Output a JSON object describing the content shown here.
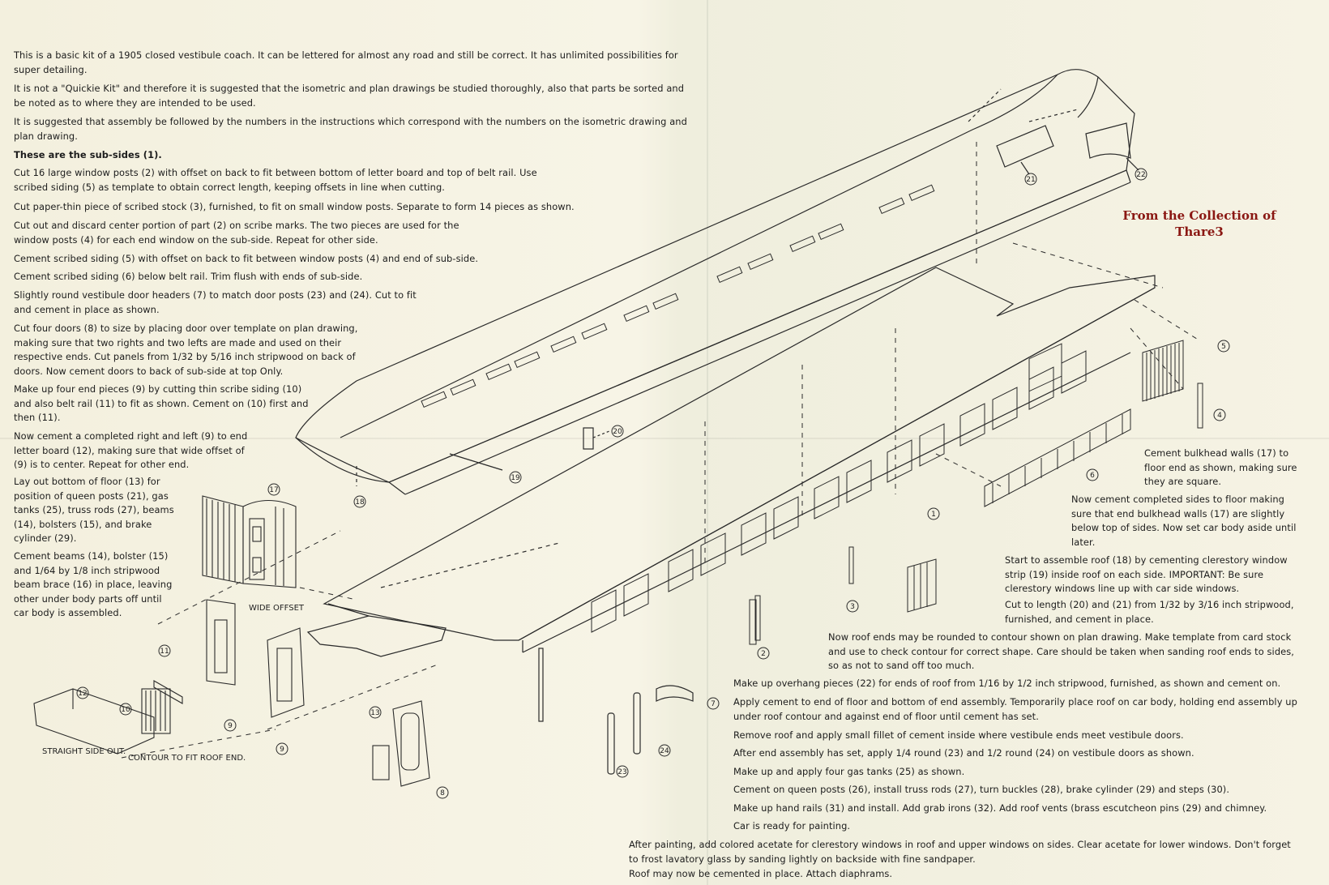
{
  "watermark": {
    "line1": "From the Collection of",
    "line2": "Thare3"
  },
  "instructions_left": [
    "This is a basic kit of a 1905 closed vestibule coach. It can be lettered for almost any road and still be correct. It has unlimited possibilities for super detailing.",
    "It is not a \"Quickie Kit\" and therefore it is suggested that the isometric and plan drawings be studied thoroughly, also that parts be sorted and be noted as to where they are intended to be used.",
    "It is suggested that assembly be followed by the numbers in the instructions which correspond with the numbers on the isometric drawing and plan drawing.",
    "These are the sub-sides (1).",
    "Cut 16 large window posts (2) with offset on back to fit between bottom of letter board and top of belt rail. Use scribed siding (5) as template to obtain correct length, keeping offsets in line when cutting.",
    "Cut paper-thin piece of scribed stock (3), furnished, to fit on small window posts. Separate to form 14 pieces as shown.",
    "Cut out and discard center portion of part (2) on scribe marks. The two pieces are used for the window posts (4) for each end window on the sub-side. Repeat for other side.",
    "Cement scribed siding (5) with offset on back to fit between window posts (4) and end of sub-side.",
    "Cement scribed siding (6) below belt rail. Trim flush with ends of sub-side.",
    "Slightly round vestibule door headers (7) to match door posts (23) and (24). Cut to fit and cement in place as shown.",
    "Cut four doors (8) to size by placing door over template on plan drawing, making sure that two rights and two lefts are made and used on their respective ends. Cut panels from 1/32 by 5/16 inch stripwood on back of doors. Now cement doors to back of sub-side at top Only.",
    "Make up four end pieces (9) by cutting thin scribe siding (10) and also belt rail (11) to fit as shown. Cement on (10) first and then (11).",
    "Now cement a completed right and left (9) to end letter board (12), making sure that wide offset of (9) is to center. Repeat for other end.",
    "Lay out bottom of floor (13) for position of queen posts (21), gas tanks (25), truss rods (27), beams (14), bolsters (15), and brake cylinder (29).",
    "Cement beams (14), bolster (15) and 1/64 by 1/8 inch stripwood beam brace (16) in place, leaving other under body parts off until car body is assembled."
  ],
  "instructions_right": [
    "Cement bulkhead walls (17) to floor end as shown, making sure they are square.",
    "Now cement completed sides to floor making sure that end bulkhead walls (17) are slightly below top of sides. Now set car body aside until later.",
    "Start to assemble roof (18) by cementing clerestory window strip (19) inside roof on each side. IMPORTANT: Be sure clerestory windows line up with car side windows.",
    "Cut to length (20) and (21) from 1/32 by 3/16 inch stripwood, furnished, and cement in place.",
    "Now roof ends may be rounded to contour shown on plan drawing. Make template from card stock and use to check contour for correct shape. Care should be taken when sanding roof ends to sides, so as not to sand off too much.",
    "Make up overhang pieces (22) for ends of roof from 1/16 by 1/2 inch stripwood, furnished, as shown and cement on.",
    "Apply cement to end of floor and bottom of end assembly. Temporarily place roof on car body, holding end assembly up under roof contour and against end of floor until cement has set.",
    "Remove roof and apply small fillet of cement inside where vestibule ends meet vestibule doors.",
    "After end assembly has set, apply 1/4 round (23) and 1/2 round (24) on vestibule doors as shown.",
    "Make up and apply four gas tanks (25) as shown.",
    "Cement on queen posts (26), install truss rods (27), turn buckles (28), brake cylinder (29) and steps (30).",
    "Make up hand rails (31) and install. Add grab irons (32). Add roof vents (brass escutcheon pins (29) and chimney.",
    "Car is ready for painting.",
    "After painting, add colored acetate for clerestory windows in roof and upper windows on sides. Clear acetate for lower windows. Don't forget to frost lavatory glass by sanding lightly on backside with fine sandpaper.",
    "Roof may now be cemented in place. Attach diaphrams."
  ],
  "diagram_labels": {
    "wide_offset": "WIDE OFFSET",
    "straight_side_out": "STRAIGHT SIDE OUT.",
    "contour_to_fit": "CONTOUR TO FIT ROOF END."
  },
  "callouts": [
    "1",
    "2",
    "3",
    "4",
    "5",
    "6",
    "7",
    "8",
    "9",
    "9",
    "10",
    "11",
    "12",
    "13",
    "17",
    "18",
    "19",
    "20",
    "21",
    "22",
    "23",
    "24"
  ]
}
